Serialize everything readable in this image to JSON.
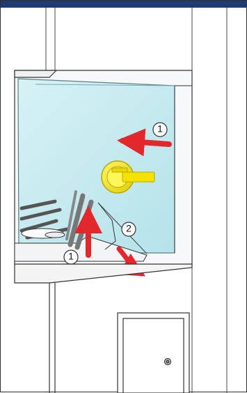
{
  "colors": {
    "header_bar": "#1f3b73",
    "glass": "#bfe7ee",
    "arrow": "#e3282d",
    "knob": "#f4e300",
    "line": "#333333"
  },
  "callouts": [
    {
      "label": "1",
      "meaning": ""
    },
    {
      "label": "2",
      "meaning": ""
    },
    {
      "label": "1",
      "meaning": ""
    }
  ]
}
